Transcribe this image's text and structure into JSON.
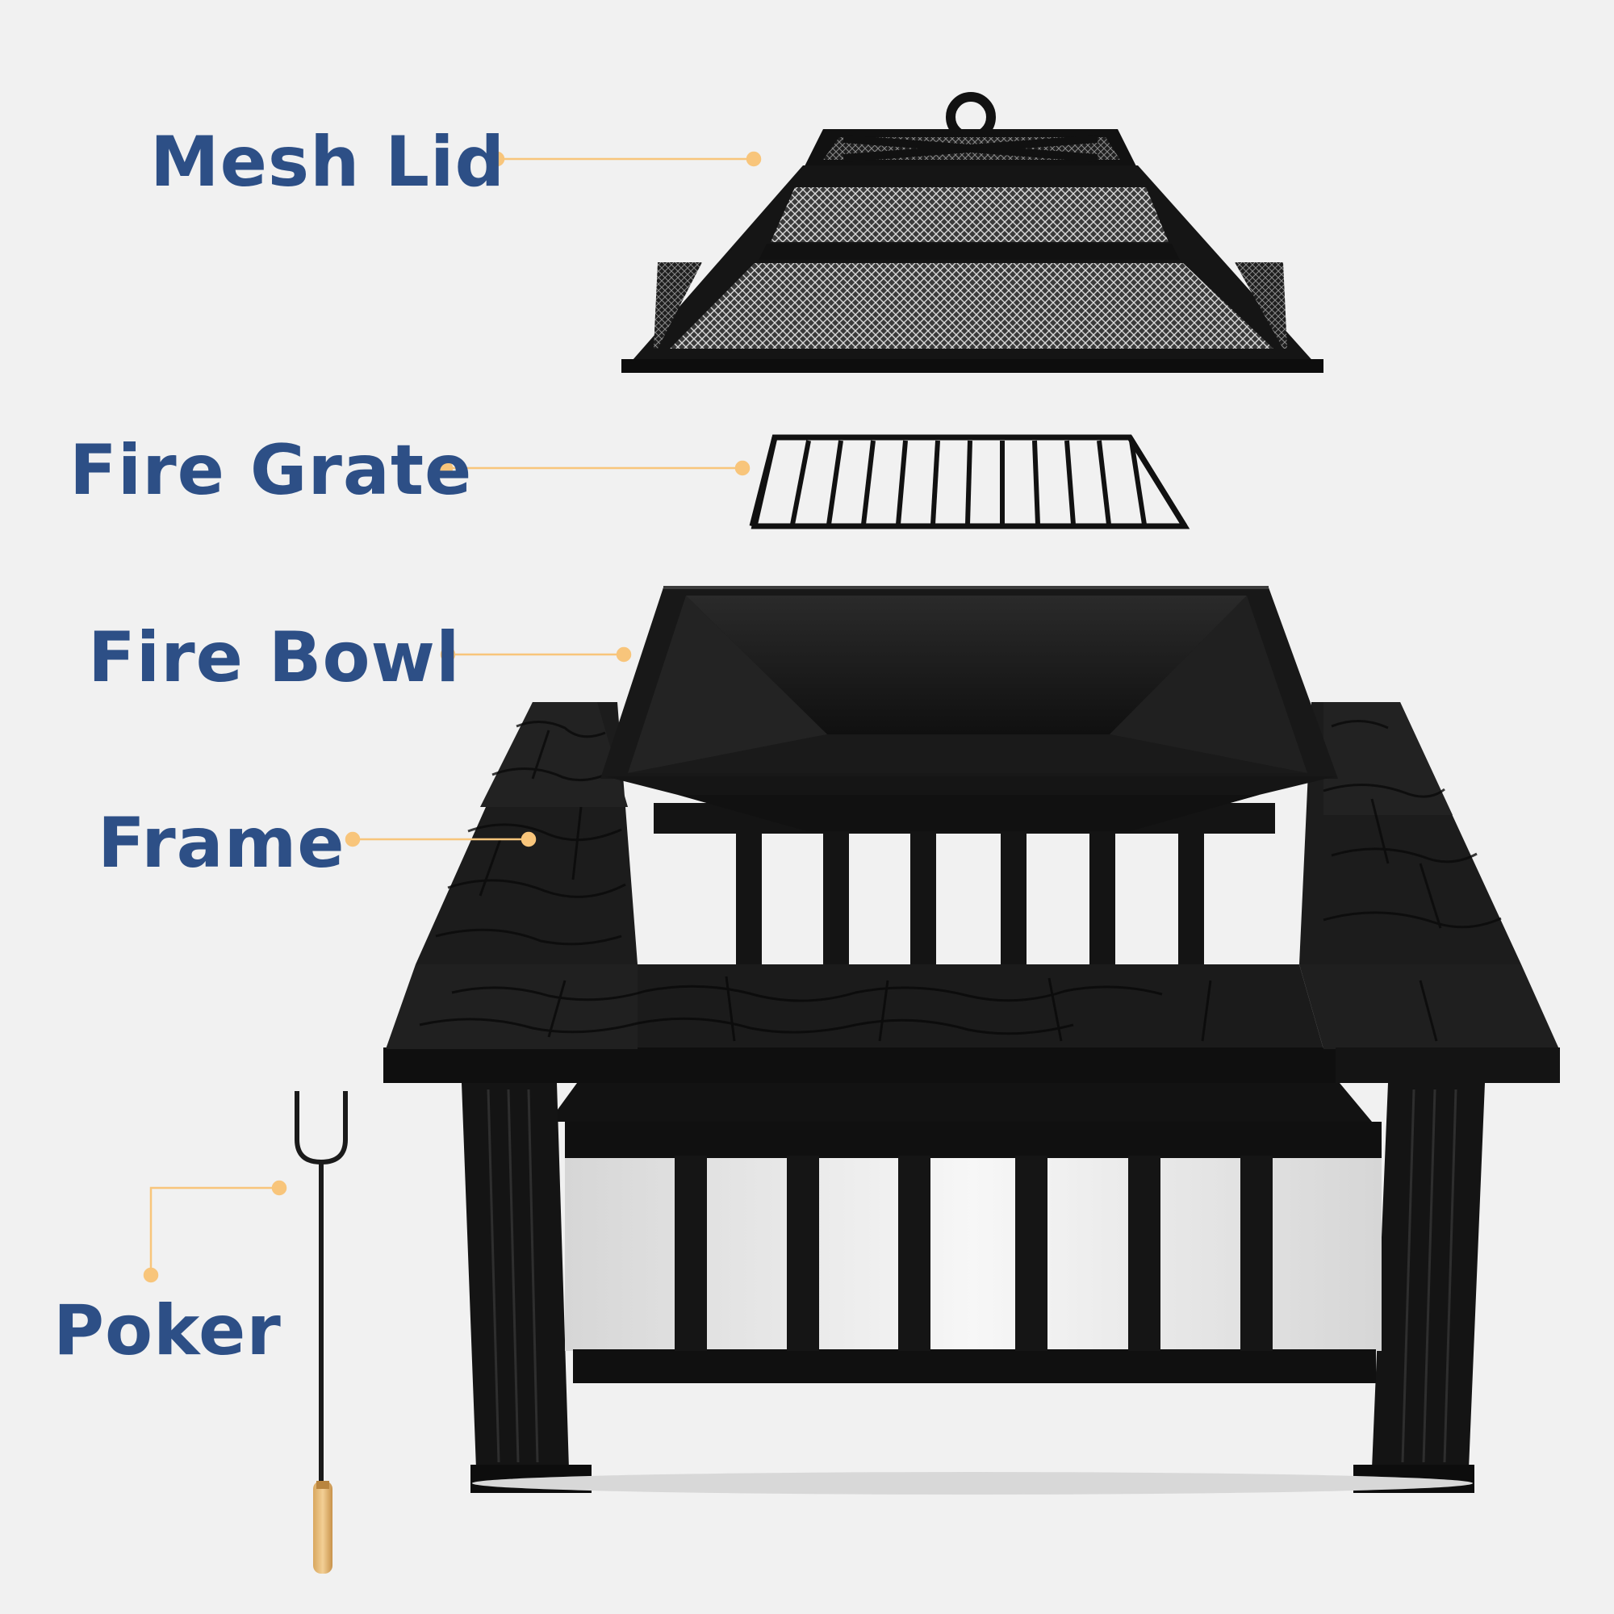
{
  "labels": {
    "mesh_lid": "Mesh Lid",
    "fire_grate": "Fire Grate",
    "fire_bowl": "Fire Bowl",
    "frame": "Frame",
    "poker": "Poker"
  },
  "colors": {
    "label_text": "#2d4f86",
    "leader_line": "#f8c57b",
    "background": "#f1f1f1",
    "metal": "#1b1b1b"
  }
}
